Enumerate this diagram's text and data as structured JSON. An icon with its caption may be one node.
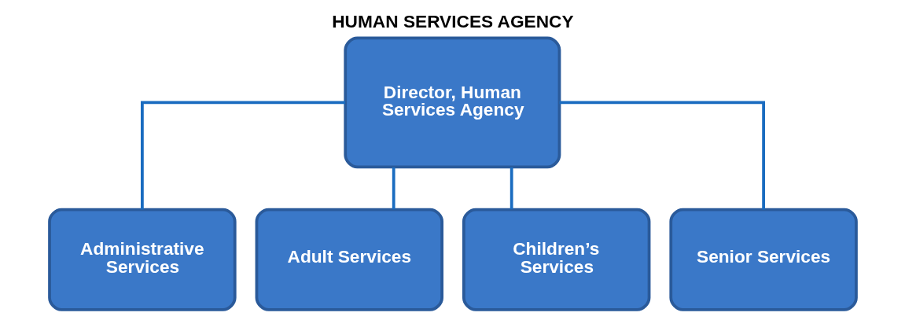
{
  "diagram": {
    "title": "HUMAN SERVICES AGENCY",
    "nodes": [
      {
        "text": [
          "Director, Human Services Agency"
        ]
      },
      {
        "text": [
          "Administrative Services"
        ]
      },
      {
        "text": [
          "Adult Services"
        ]
      },
      {
        "text": [
          "Children’s Services"
        ]
      },
      {
        "text": [
          "Senior Services"
        ]
      }
    ],
    "edges": [
      {
        "from": 0,
        "to": 1,
        "arrow": "none"
      },
      {
        "from": 0,
        "to": 2,
        "arrow": "none"
      },
      {
        "from": 0,
        "to": 3,
        "arrow": "none"
      },
      {
        "from": 0,
        "to": 4,
        "arrow": "none"
      }
    ]
  }
}
